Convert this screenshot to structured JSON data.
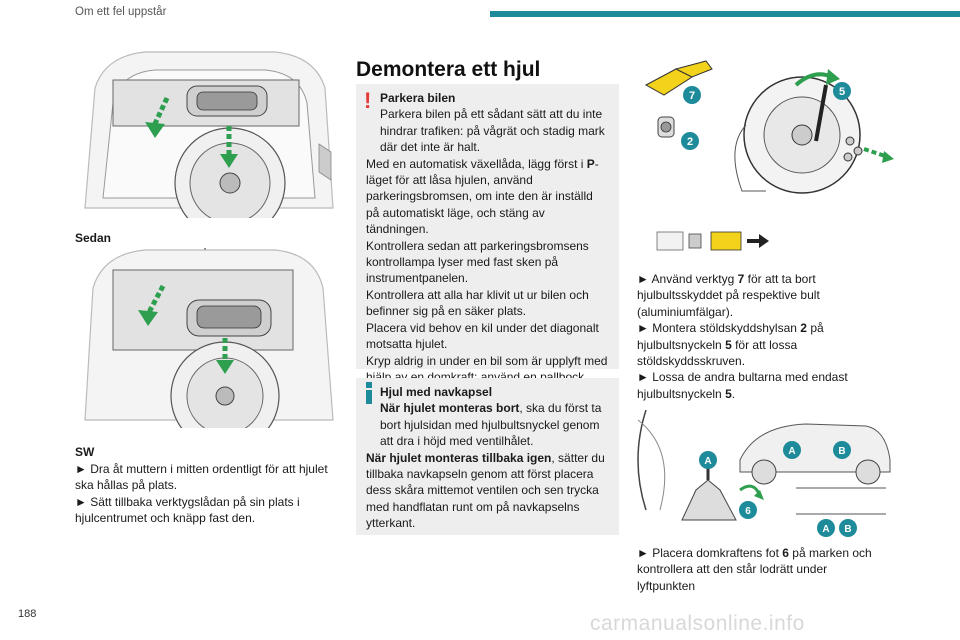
{
  "header": {
    "section": "Om ett fel uppstår",
    "accent": "#1e8b9a"
  },
  "page_number": "188",
  "watermark": "carmanualsonline.info",
  "left": {
    "caption_sedan": "Sedan",
    "caption_sw": "SW",
    "steps": [
      "► Dra åt muttern i mitten ordentligt för att hjulet ska hållas på plats.",
      "► Sätt tillbaka verktygslådan på sin plats i hjulcentrumet och knäpp fast den."
    ]
  },
  "middle": {
    "title": "Demontera ett hjul",
    "warning": {
      "heading": "Parkera bilen",
      "lines": [
        "Parkera bilen på ett sådant sätt att du inte hindrar trafiken: på vågrät och stadig mark där det inte är halt.",
        "Med en automatisk växellåda, lägg först i ",
        "P",
        "-läget för att låsa hjulen, använd parkeringsbromsen, om inte den är inställd på automatiskt läge, och stäng av tändningen.",
        "Kontrollera sedan att parkeringsbromsens kontrollampa lyser med fast sken på instrumentpanelen.",
        "Kontrollera att alla har klivit ut ur bilen och befinner sig på en säker plats.",
        "Placera vid behov en kil under det diagonalt motsatta hjulet.",
        "Kryp aldrig in under en bil som är upplyft med hjälp av en domkraft; använd en pallbock."
      ]
    },
    "info": {
      "heading": "Hjul med navkapsel",
      "bold1": "När hjulet monteras bort",
      "text1": ", ska du först ta bort hjulsidan med hjulbultsnyckel genom att dra i höjd med ventilhålet.",
      "bold2": "När hjulet monteras tillbaka igen",
      "text2": ", sätter du tillbaka navkapseln genom att först placera dess skåra mittemot ventilen och sen trycka med handflatan runt om på navkapselns ytterkant."
    }
  },
  "right": {
    "labels": {
      "tool7": "7",
      "tool2": "2",
      "wrench5": "5",
      "pointA": "A",
      "pointB": "B",
      "jack6": "6"
    },
    "steps1": {
      "a_pre": "► Använd verktyg ",
      "a_num": "7",
      "a_post": " för att ta bort hjulbultsskyddet på respektive bult (aluminiumfälgar).",
      "b_pre": "► Montera stöldskyddshylsan ",
      "b_num": "2",
      "b_post": " på hjulbultsnyckeln ",
      "b_num2": "5",
      "b_post2": " för att lossa stöldskyddsskruven.",
      "c_pre": "► Lossa de andra bultarna med endast hjulbultsnyckeln ",
      "c_num": "5",
      "c_post": "."
    },
    "steps2": {
      "a_pre": "► Placera domkraftens fot ",
      "a_num": "6",
      "a_post": " på marken och kontrollera att den står lodrätt under lyftpunkten"
    }
  },
  "colors": {
    "accent": "#1e8b9a",
    "warn": "#e53935",
    "green": "#2e9e4f",
    "yellow": "#f2d21b",
    "callout_bg": "#eeeeee"
  }
}
